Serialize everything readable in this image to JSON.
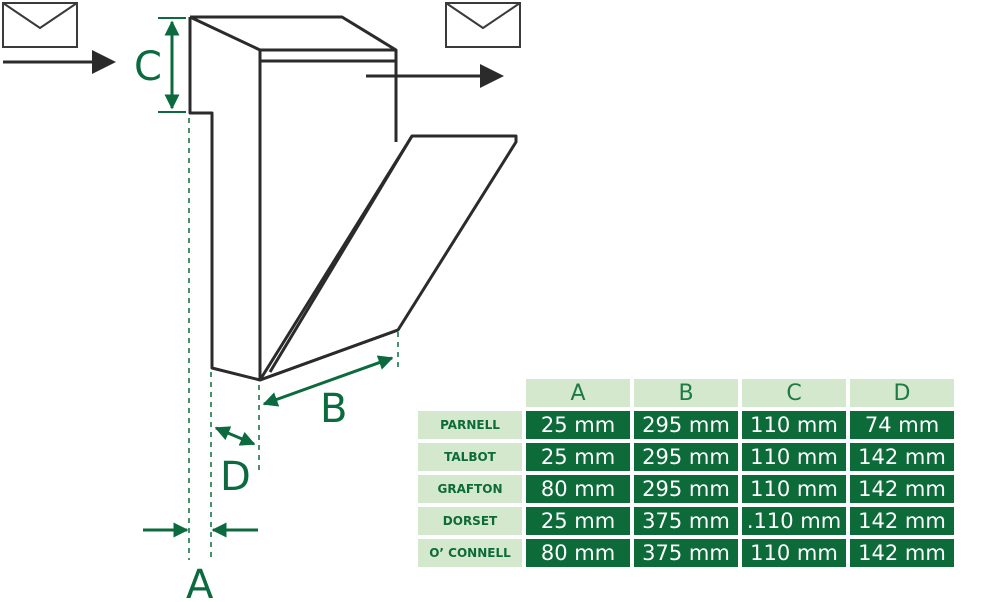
{
  "labels": {
    "a": "A",
    "b": "B",
    "c": "C",
    "d": "D"
  },
  "table": {
    "columns": [
      "A",
      "B",
      "C",
      "D"
    ],
    "rows": [
      {
        "name": "PARNELL",
        "a": "25 mm",
        "b": "295 mm",
        "c": "110 mm",
        "d": "74 mm"
      },
      {
        "name": "TALBOT",
        "a": "25 mm",
        "b": "295 mm",
        "c": "110 mm",
        "d": "142 mm"
      },
      {
        "name": "GRAFTON",
        "a": "80 mm",
        "b": "295 mm",
        "c": "110 mm",
        "d": "142 mm"
      },
      {
        "name": "DORSET",
        "a": "25 mm",
        "b": "375 mm",
        "c": ".110 mm",
        "d": "142 mm"
      },
      {
        "name": "O’ CONNELL",
        "a": "80 mm",
        "b": "375 mm",
        "c": "110 mm",
        "d": "142 mm"
      }
    ]
  },
  "colors": {
    "accent": "#0d6b3a",
    "header_bg": "#d3e8cc",
    "line": "#2b2b2b"
  },
  "icons": [
    "envelope-icon",
    "arrow-right-icon"
  ]
}
